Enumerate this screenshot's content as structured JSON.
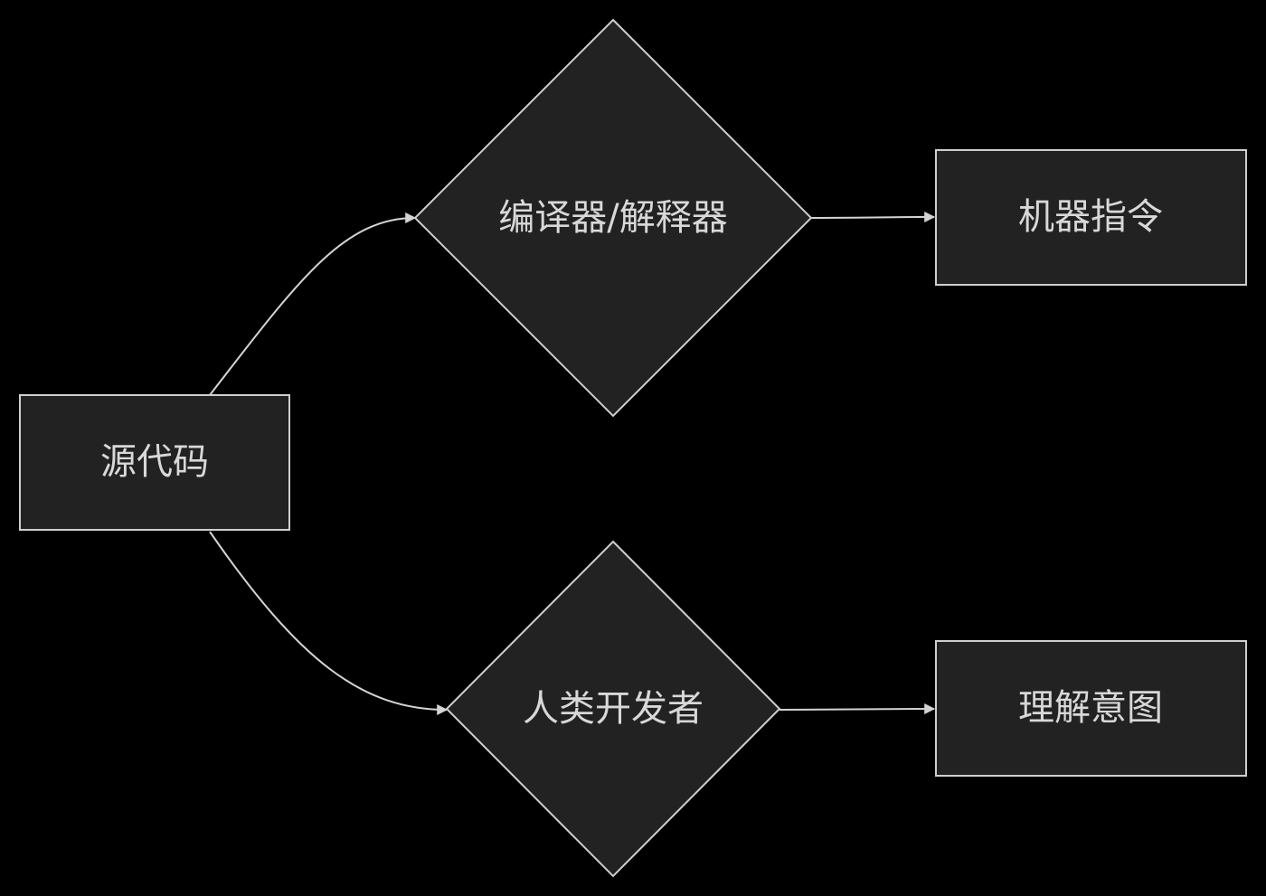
{
  "diagram": {
    "type": "flowchart",
    "colors": {
      "background": "#000000",
      "node_fill": "#222222",
      "node_stroke": "#cfcfcf",
      "edge": "#d4d4d4",
      "text": "#d8d8d8"
    },
    "nodes": {
      "source": {
        "label": "源代码",
        "shape": "rectangle"
      },
      "compiler": {
        "label": "编译器/解释器",
        "shape": "diamond"
      },
      "machine": {
        "label": "机器指令",
        "shape": "rectangle"
      },
      "human": {
        "label": "人类开发者",
        "shape": "diamond"
      },
      "intent": {
        "label": "理解意图",
        "shape": "rectangle"
      }
    },
    "edges": [
      {
        "from": "源代码",
        "to": "编译器/解释器"
      },
      {
        "from": "编译器/解释器",
        "to": "机器指令"
      },
      {
        "from": "源代码",
        "to": "人类开发者"
      },
      {
        "from": "人类开发者",
        "to": "理解意图"
      }
    ]
  }
}
